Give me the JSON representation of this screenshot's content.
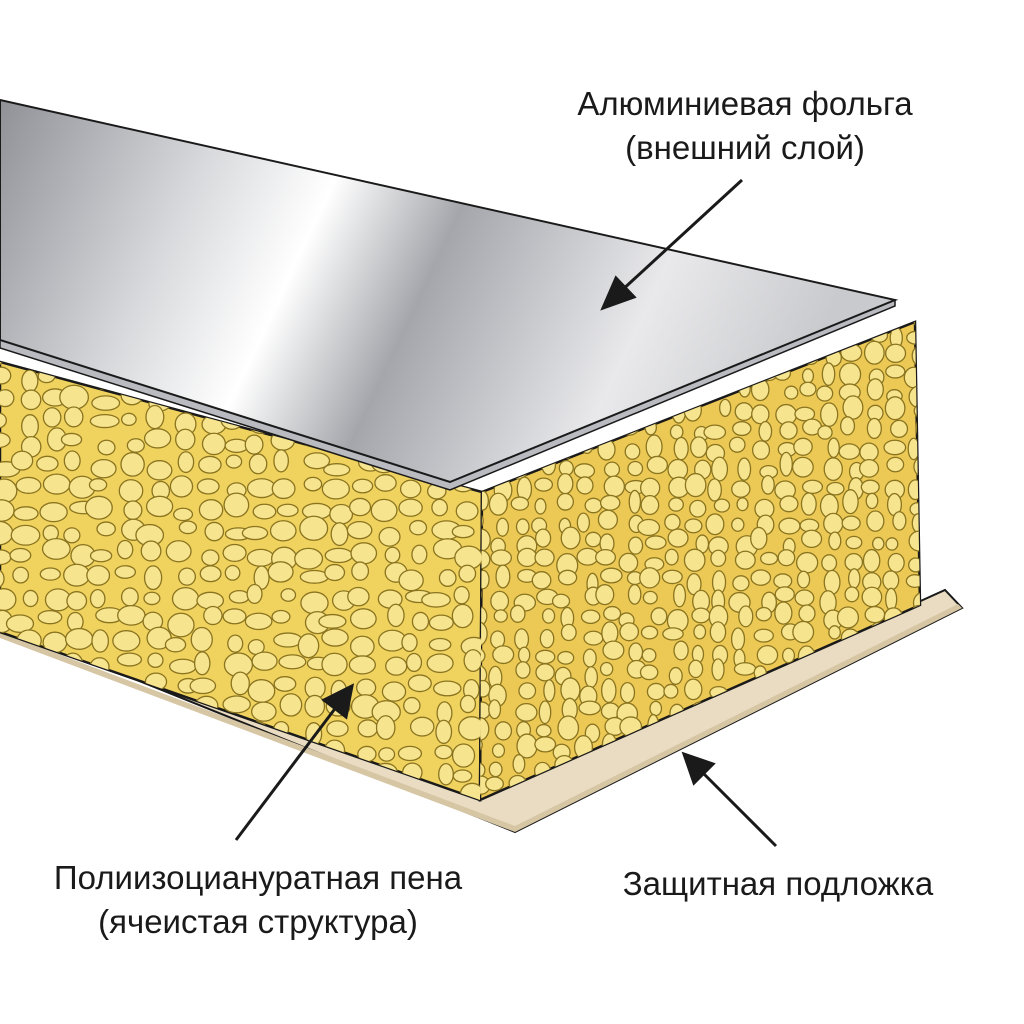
{
  "labels": {
    "foil": {
      "line1": "Алюминиевая фольга",
      "line2": "(внешний слой)"
    },
    "foam": {
      "line1": "Полиизоциануратная пена",
      "line2": "(ячеистая структура)"
    },
    "backing": {
      "line1": "Защитная подложка"
    }
  },
  "colors": {
    "foam": "#f2d66a",
    "foam_cell": "#f7e48e",
    "foil_light": "#f4f4f6",
    "foil_dark": "#9a9ca2",
    "backing": "#e9dcc2",
    "outline": "#1a1a1a"
  }
}
